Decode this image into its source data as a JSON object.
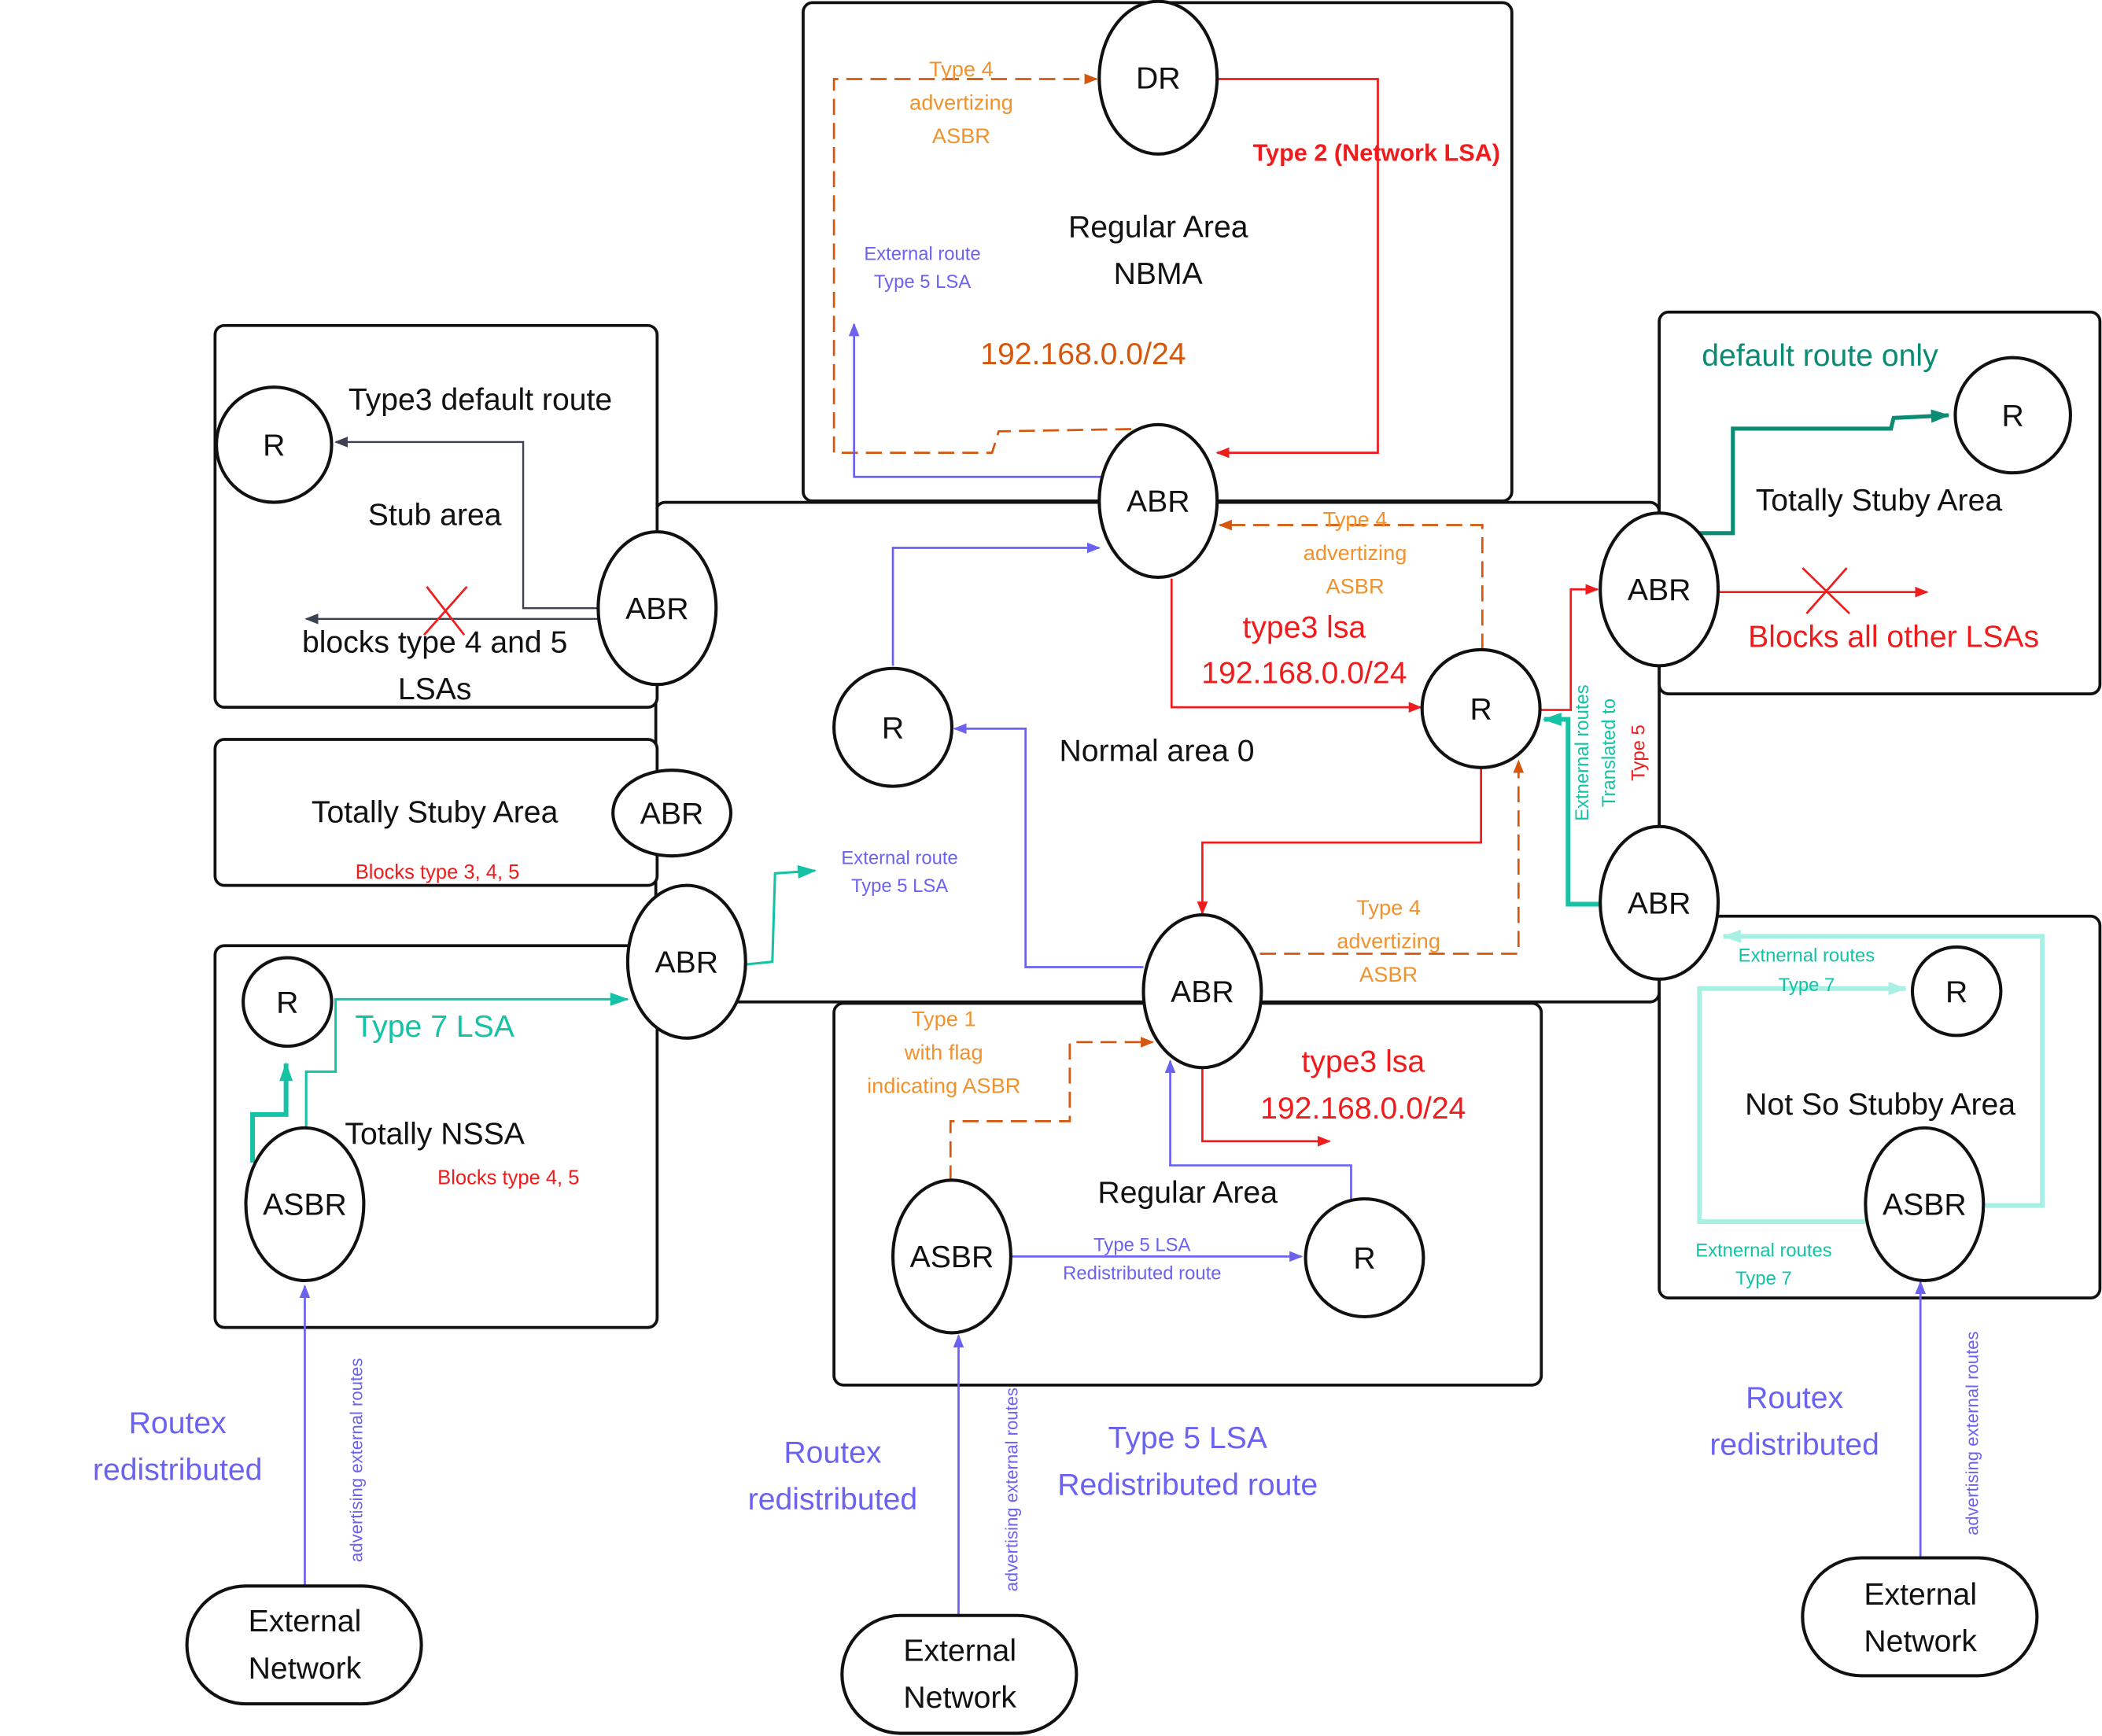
{
  "colors": {
    "black": "#111111",
    "blue": "#6b63f0",
    "orange": "#d5570e",
    "orange_light": "#f0922e",
    "red": "#ee1c1c",
    "teal": "#14c2a5",
    "teal_dark": "#0a8c73",
    "teal_light": "#a8f0e4",
    "gray": "#3b4150"
  },
  "areas": {
    "nbma": {
      "title": "Regular Area",
      "subtitle": "NBMA",
      "prefix": "192.168.0.0/24"
    },
    "backbone": {
      "title": "Normal area 0"
    },
    "stub": {
      "title": "Stub area",
      "default_route": "Type3 default route",
      "blocks_line1": "blocks type 4 and 5",
      "blocks_line2": "LSAs"
    },
    "totally_stub_left": {
      "title": "Totally Stuby Area",
      "blocks": "Blocks type 3, 4, 5"
    },
    "totally_nssa": {
      "title": "Totally NSSA",
      "blocks": "Blocks type 4, 5",
      "type7": "Type 7 LSA"
    },
    "regular_bottom": {
      "title": "Regular Area",
      "type1_l1": "Type 1",
      "type1_l2": "with flag",
      "type1_l3": "indicating ASBR",
      "type5_l1": "Type 5 LSA",
      "type5_l2": "Redistributed route"
    },
    "totally_stub_right": {
      "title": "Totally Stuby Area",
      "default_only": "default route only",
      "blocks": "Blocks all other LSAs"
    },
    "nssa": {
      "title": "Not So Stubby Area",
      "ext_top_l1": "Extnernal routes",
      "ext_top_l2": "Type 7",
      "ext_bottom_l1": "Extnernal routes",
      "ext_bottom_l2": "Type 7"
    }
  },
  "nodes": {
    "dr": "DR",
    "abr_top": "ABR",
    "r_stub": "R",
    "abr_stub": "ABR",
    "abr_tsa_left": "ABR",
    "abr_nssa_left": "ABR",
    "r_nssa_left": "R",
    "asbr_nssa_left": "ASBR",
    "r_area0": "R",
    "r_center": "R",
    "abr_bottom": "ABR",
    "asbr_bottom": "ASBR",
    "r_bottom": "R",
    "abr_right_top": "ABR",
    "r_right_top": "R",
    "abr_right_bottom": "ABR",
    "r_nssa_right": "R",
    "asbr_nssa_right": "ASBR",
    "ext_left_l1": "External",
    "ext_left_l2": "Network",
    "ext_mid_l1": "External",
    "ext_mid_l2": "Network",
    "ext_right_l1": "External",
    "ext_right_l2": "Network"
  },
  "labels": {
    "type4_top_l1": "Type 4",
    "type4_top_l2": "advertizing",
    "type4_top_l3": "ASBR",
    "type2": "Type 2 (Network LSA)",
    "ext_route_top_l1": "External route",
    "ext_route_top_l2": "Type 5 LSA",
    "type4_mid_l1": "Type 4",
    "type4_mid_l2": "advertizing",
    "type4_mid_l3": "ASBR",
    "type3_center_l1": "type3 lsa",
    "type3_center_l2": "192.168.0.0/24",
    "ext_route_mid_l1": "External route",
    "ext_route_mid_l2": "Type 5 LSA",
    "type4_bot_l1": "Type 4",
    "type4_bot_l2": "advertizing",
    "type4_bot_l3": "ASBR",
    "type3_bottom_l1": "type3 lsa",
    "type3_bottom_l2": "192.168.0.0/24",
    "translated_l1": "Extnernal routes",
    "translated_l2": "Translated to",
    "translated_l3": "Type 5",
    "routes_left_l1": "Routex",
    "routes_left_l2": "redistributed",
    "routes_mid_l1": "Routex",
    "routes_mid_l2": "redistributed",
    "routes_right_l1": "Routex",
    "routes_right_l2": "redistributed",
    "type5_bottom_l1": "Type 5 LSA",
    "type5_bottom_l2": "Redistributed route",
    "adv_left": "advertising external routes",
    "adv_mid": "advertising external routes",
    "adv_right": "advertising external routes"
  }
}
